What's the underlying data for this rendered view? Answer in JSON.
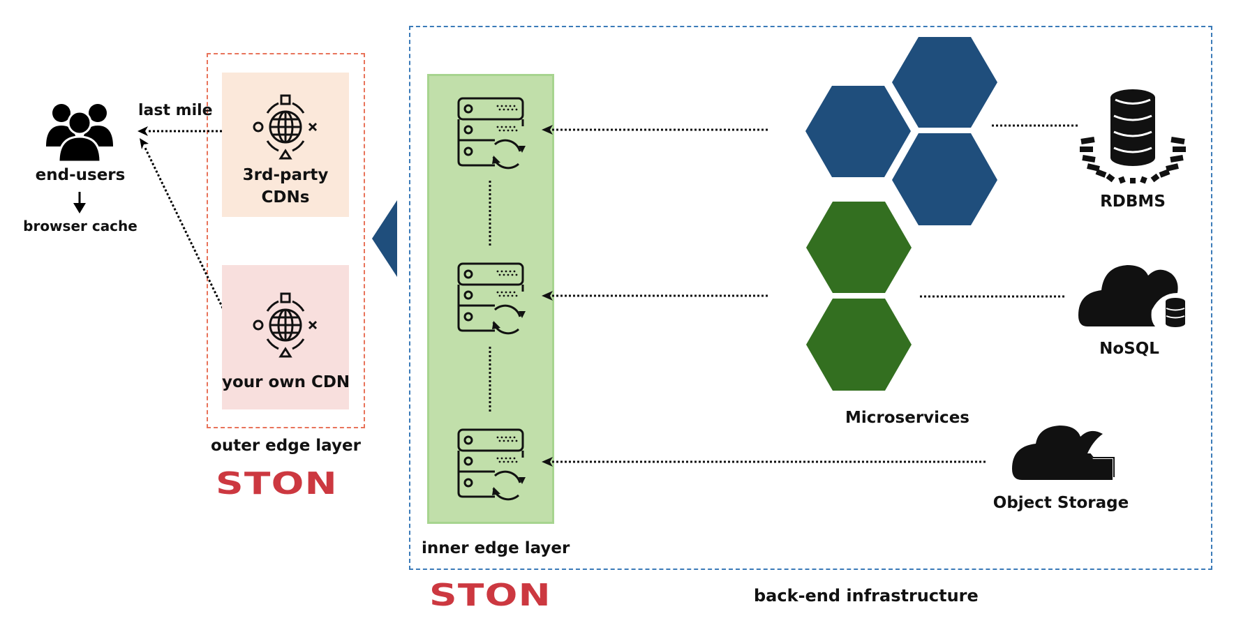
{
  "end_users": {
    "label": "end-users",
    "cache_label": "browser cache",
    "icon": "users-group-icon"
  },
  "last_mile_label": "last mile",
  "outer_edge": {
    "label": "outer edge layer",
    "brand": "STON",
    "cards": [
      {
        "label_line1": "3rd-party",
        "label_line2": "CDNs",
        "icon": "globe-network-icon",
        "color": "#fbe8da"
      },
      {
        "label_line1": "your own CDN",
        "label_line2": "",
        "icon": "globe-network-icon",
        "color": "#f8dfdd"
      }
    ],
    "border_color": "#e8735a"
  },
  "inner_edge": {
    "label": "inner edge layer",
    "brand": "STON",
    "servers": [
      {
        "icon": "server-sync-icon"
      },
      {
        "icon": "server-sync-icon"
      },
      {
        "icon": "server-sync-icon"
      }
    ],
    "panel_color": "#c1dfaa"
  },
  "backend": {
    "label": "back-end infrastructure",
    "border_color": "#3a7ab8",
    "microservices": {
      "label": "Microservices",
      "blue_hex_count": 3,
      "green_hex_count": 2,
      "blue": "#1f4e7c",
      "green": "#336f20"
    },
    "stores": [
      {
        "label": "RDBMS",
        "icon": "database-icon"
      },
      {
        "label": "NoSQL",
        "icon": "cloud-database-icon"
      },
      {
        "label": "Object Storage",
        "icon": "cloud-folder-icon"
      }
    ]
  },
  "brand_color": "#cc3840"
}
